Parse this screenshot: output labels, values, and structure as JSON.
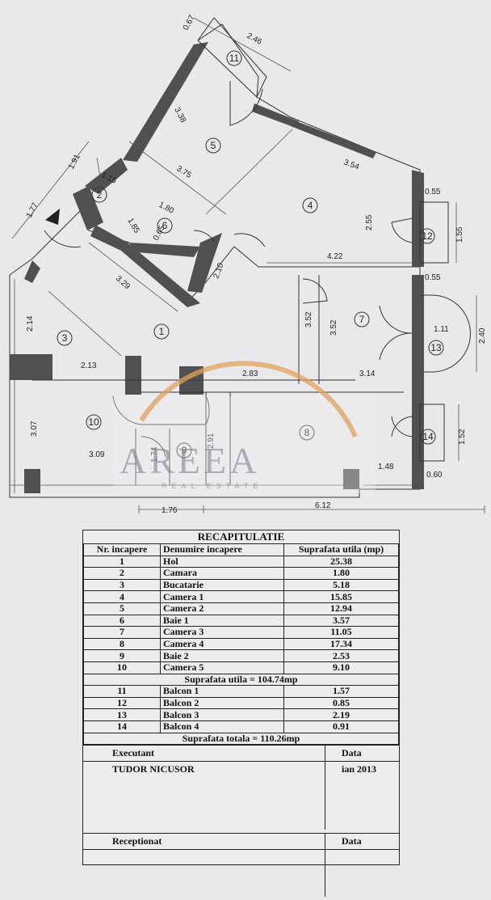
{
  "plan": {
    "dimensions": [
      "0.67",
      "2.46",
      "3.38",
      "1.91",
      "1.15",
      "3.75",
      "3.54",
      "1.77",
      "1.80",
      "1.85",
      "0.65",
      "0.55",
      "2.55",
      "1.55",
      "3.29",
      "2.10",
      "4.22",
      "0.55",
      "2.14",
      "3.52",
      "3.52",
      "1.11",
      "2.40",
      "2.13",
      "2.83",
      "3.14",
      "3.07",
      "3.09",
      "1.74",
      "2.91",
      "1.52",
      "1.48",
      "0.60",
      "1.76",
      "6.12"
    ],
    "rooms": [
      "1",
      "2",
      "3",
      "4",
      "5",
      "6",
      "7",
      "8",
      "9",
      "10",
      "11",
      "12",
      "13",
      "14"
    ]
  },
  "watermark": {
    "name": "AREEA",
    "sub": "REAL ESTATE"
  },
  "recap": {
    "title": "RECAPITULATIE",
    "headers": [
      "Nr. incapere",
      "Denumire incapere",
      "Suprafata utila (mp)"
    ],
    "rows": [
      {
        "nr": "1",
        "name": "Hol",
        "area": "25.38"
      },
      {
        "nr": "2",
        "name": "Camara",
        "area": "1.80"
      },
      {
        "nr": "3",
        "name": "Bucatarie",
        "area": "5.18"
      },
      {
        "nr": "4",
        "name": "Camera 1",
        "area": "15.85"
      },
      {
        "nr": "5",
        "name": "Camera 2",
        "area": "12.94"
      },
      {
        "nr": "6",
        "name": "Baie 1",
        "area": "3.57"
      },
      {
        "nr": "7",
        "name": "Camera 3",
        "area": "11.05"
      },
      {
        "nr": "8",
        "name": "Camera 4",
        "area": "17.34"
      },
      {
        "nr": "9",
        "name": "Baie 2",
        "area": "2.53"
      },
      {
        "nr": "10",
        "name": "Camera 5",
        "area": "9.10"
      }
    ],
    "subtotal": "Suprafata utila = 104.74mp",
    "balcony_rows": [
      {
        "nr": "11",
        "name": "Balcon 1",
        "area": "1.57"
      },
      {
        "nr": "12",
        "name": "Balcon 2",
        "area": "0.85"
      },
      {
        "nr": "13",
        "name": "Balcon 3",
        "area": "2.19"
      },
      {
        "nr": "14",
        "name": "Balcon 4",
        "area": "0.91"
      }
    ],
    "total": "Suprafata totala = 110.26mp",
    "executant_label": "Executant",
    "data_label": "Data",
    "executant_name": "TUDOR NICUSOR",
    "executant_date": "ian 2013",
    "receptionat_label": "Receptionat",
    "data_label_2": "Data"
  }
}
